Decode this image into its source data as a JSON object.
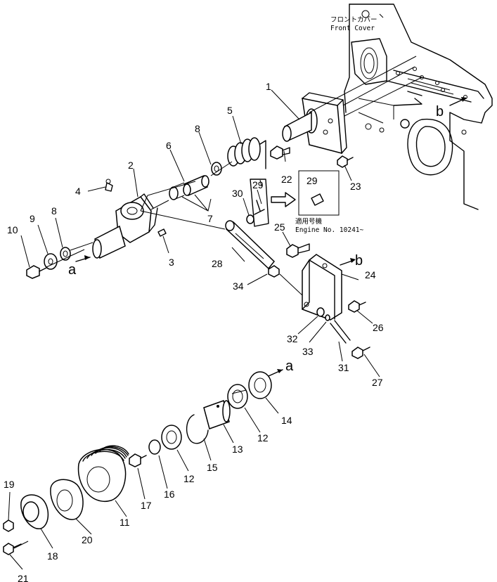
{
  "labels": {
    "p1": "1",
    "p2": "2",
    "p3": "3",
    "p4": "4",
    "p5": "5",
    "p6": "6",
    "p7": "7",
    "p8a": "8",
    "p8b": "8",
    "p9": "9",
    "p10": "10",
    "p11": "11",
    "p12a": "12",
    "p12b": "12",
    "p13": "13",
    "p14": "14",
    "p15": "15",
    "p16": "16",
    "p17": "17",
    "p18": "18",
    "p19": "19",
    "p20": "20",
    "p21": "21",
    "p22": "22",
    "p23": "23",
    "p24": "24",
    "p25": "25",
    "p26": "26",
    "p27": "27",
    "p28": "28",
    "p29a": "29",
    "p29b": "29",
    "p30": "30",
    "p31": "31",
    "p32": "32",
    "p33": "33",
    "p34": "34"
  },
  "refs": {
    "a1": "a",
    "a2": "a",
    "b1": "b",
    "b2": "b"
  },
  "front_cover": {
    "jp": "フロントカバー",
    "en": "Front Cover"
  },
  "applicability": {
    "jp": "適用号機",
    "en": "Engine No. 10241~"
  }
}
